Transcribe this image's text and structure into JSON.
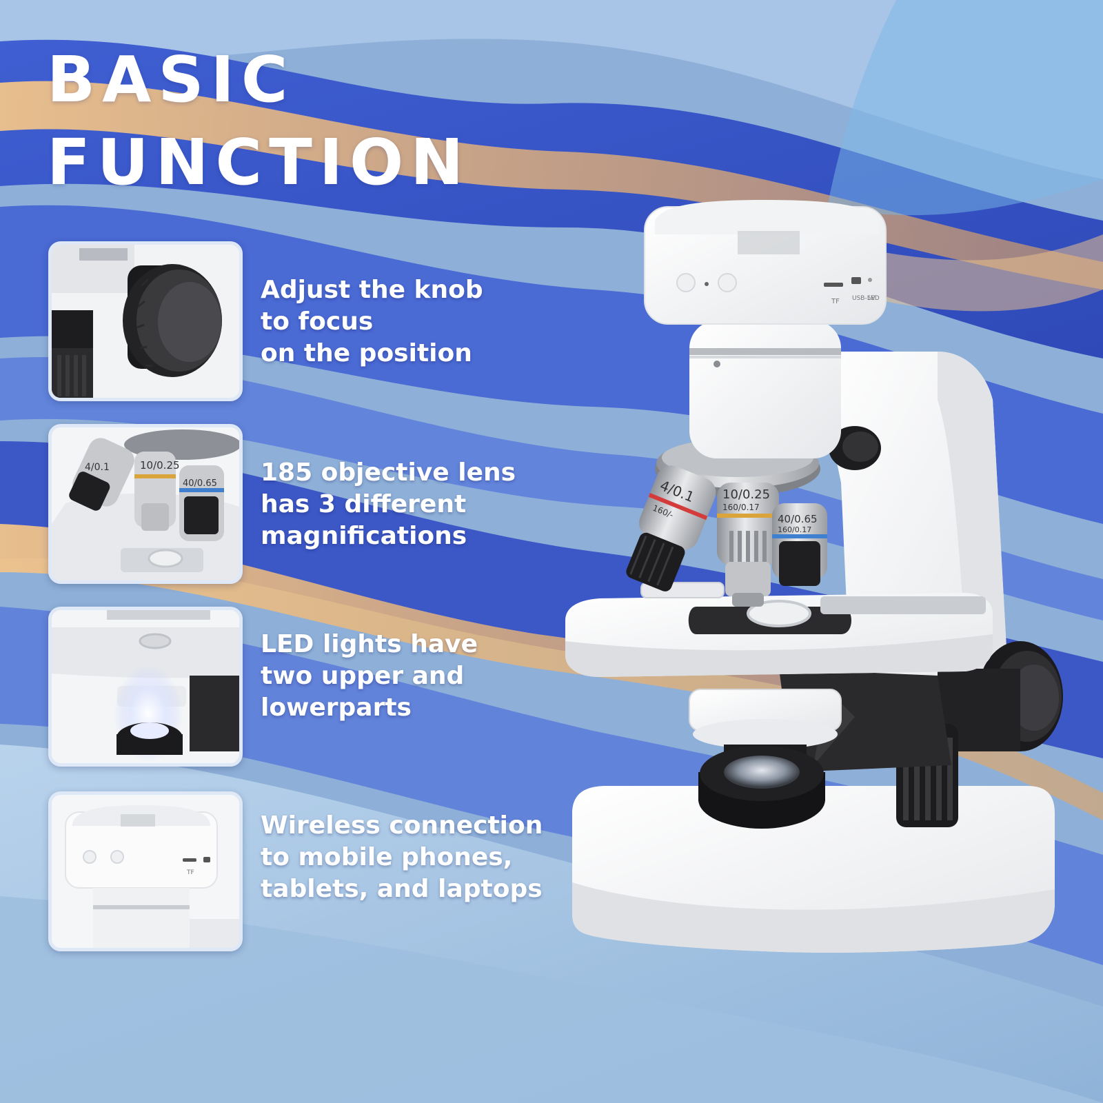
{
  "title": {
    "line1": "BASIC",
    "line2": "FUNCTION"
  },
  "features": [
    {
      "icon": "focus-knob-photo",
      "lines": [
        "Adjust the knob",
        "to focus",
        "on the position"
      ]
    },
    {
      "icon": "objective-lens-photo",
      "lines": [
        "185 objective lens",
        "has 3 different",
        "magnifications"
      ]
    },
    {
      "icon": "led-light-photo",
      "lines": [
        "LED lights have",
        "two upper and",
        "lowerparts"
      ]
    },
    {
      "icon": "wireless-camera-photo",
      "lines": [
        "Wireless connection",
        "to mobile phones,",
        "tablets, and laptops"
      ]
    }
  ],
  "lens_labels": {
    "low": "4/0.1",
    "mid": "10/0.25",
    "mid_sub": "160/0.17",
    "high": "40/0.65",
    "high_sub": "160/0.17",
    "low_sub": "160/-"
  },
  "camera_labels": {
    "tf": "TF",
    "usb": "USB-5V",
    "led": "LED"
  },
  "colors": {
    "accent_blue": "#4f6fd0",
    "accent_orange": "#e2a25c",
    "white": "#ffffff"
  }
}
